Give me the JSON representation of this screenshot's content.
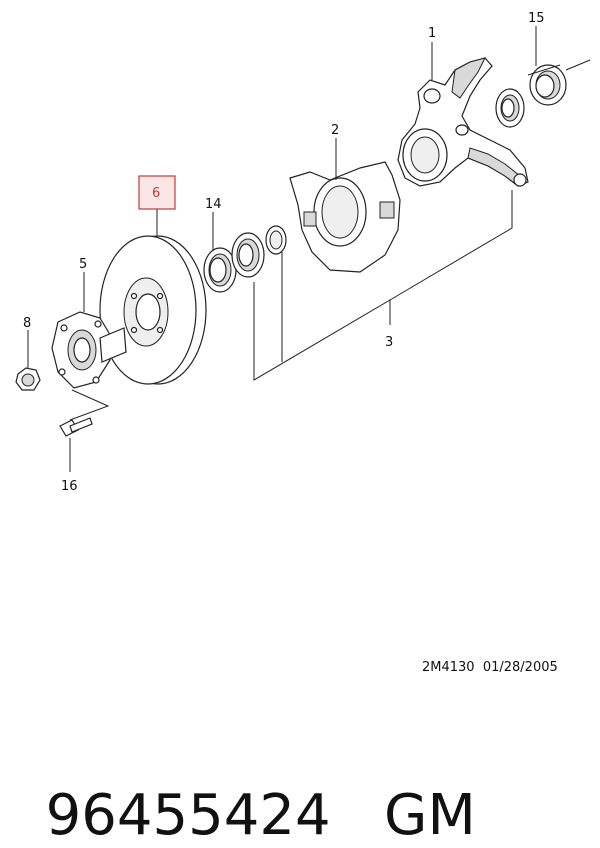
{
  "callouts": {
    "c1": "1",
    "c2": "2",
    "c3": "3",
    "c5": "5",
    "c6": "6",
    "c8": "8",
    "c14": "14",
    "c15": "15",
    "c16": "16"
  },
  "highlight_color": "#c0393e",
  "highlight_fill": "#fbe6e6",
  "drawing_code": "2M4130  01/28/2005",
  "part_number": "96455424",
  "brand": "GM"
}
